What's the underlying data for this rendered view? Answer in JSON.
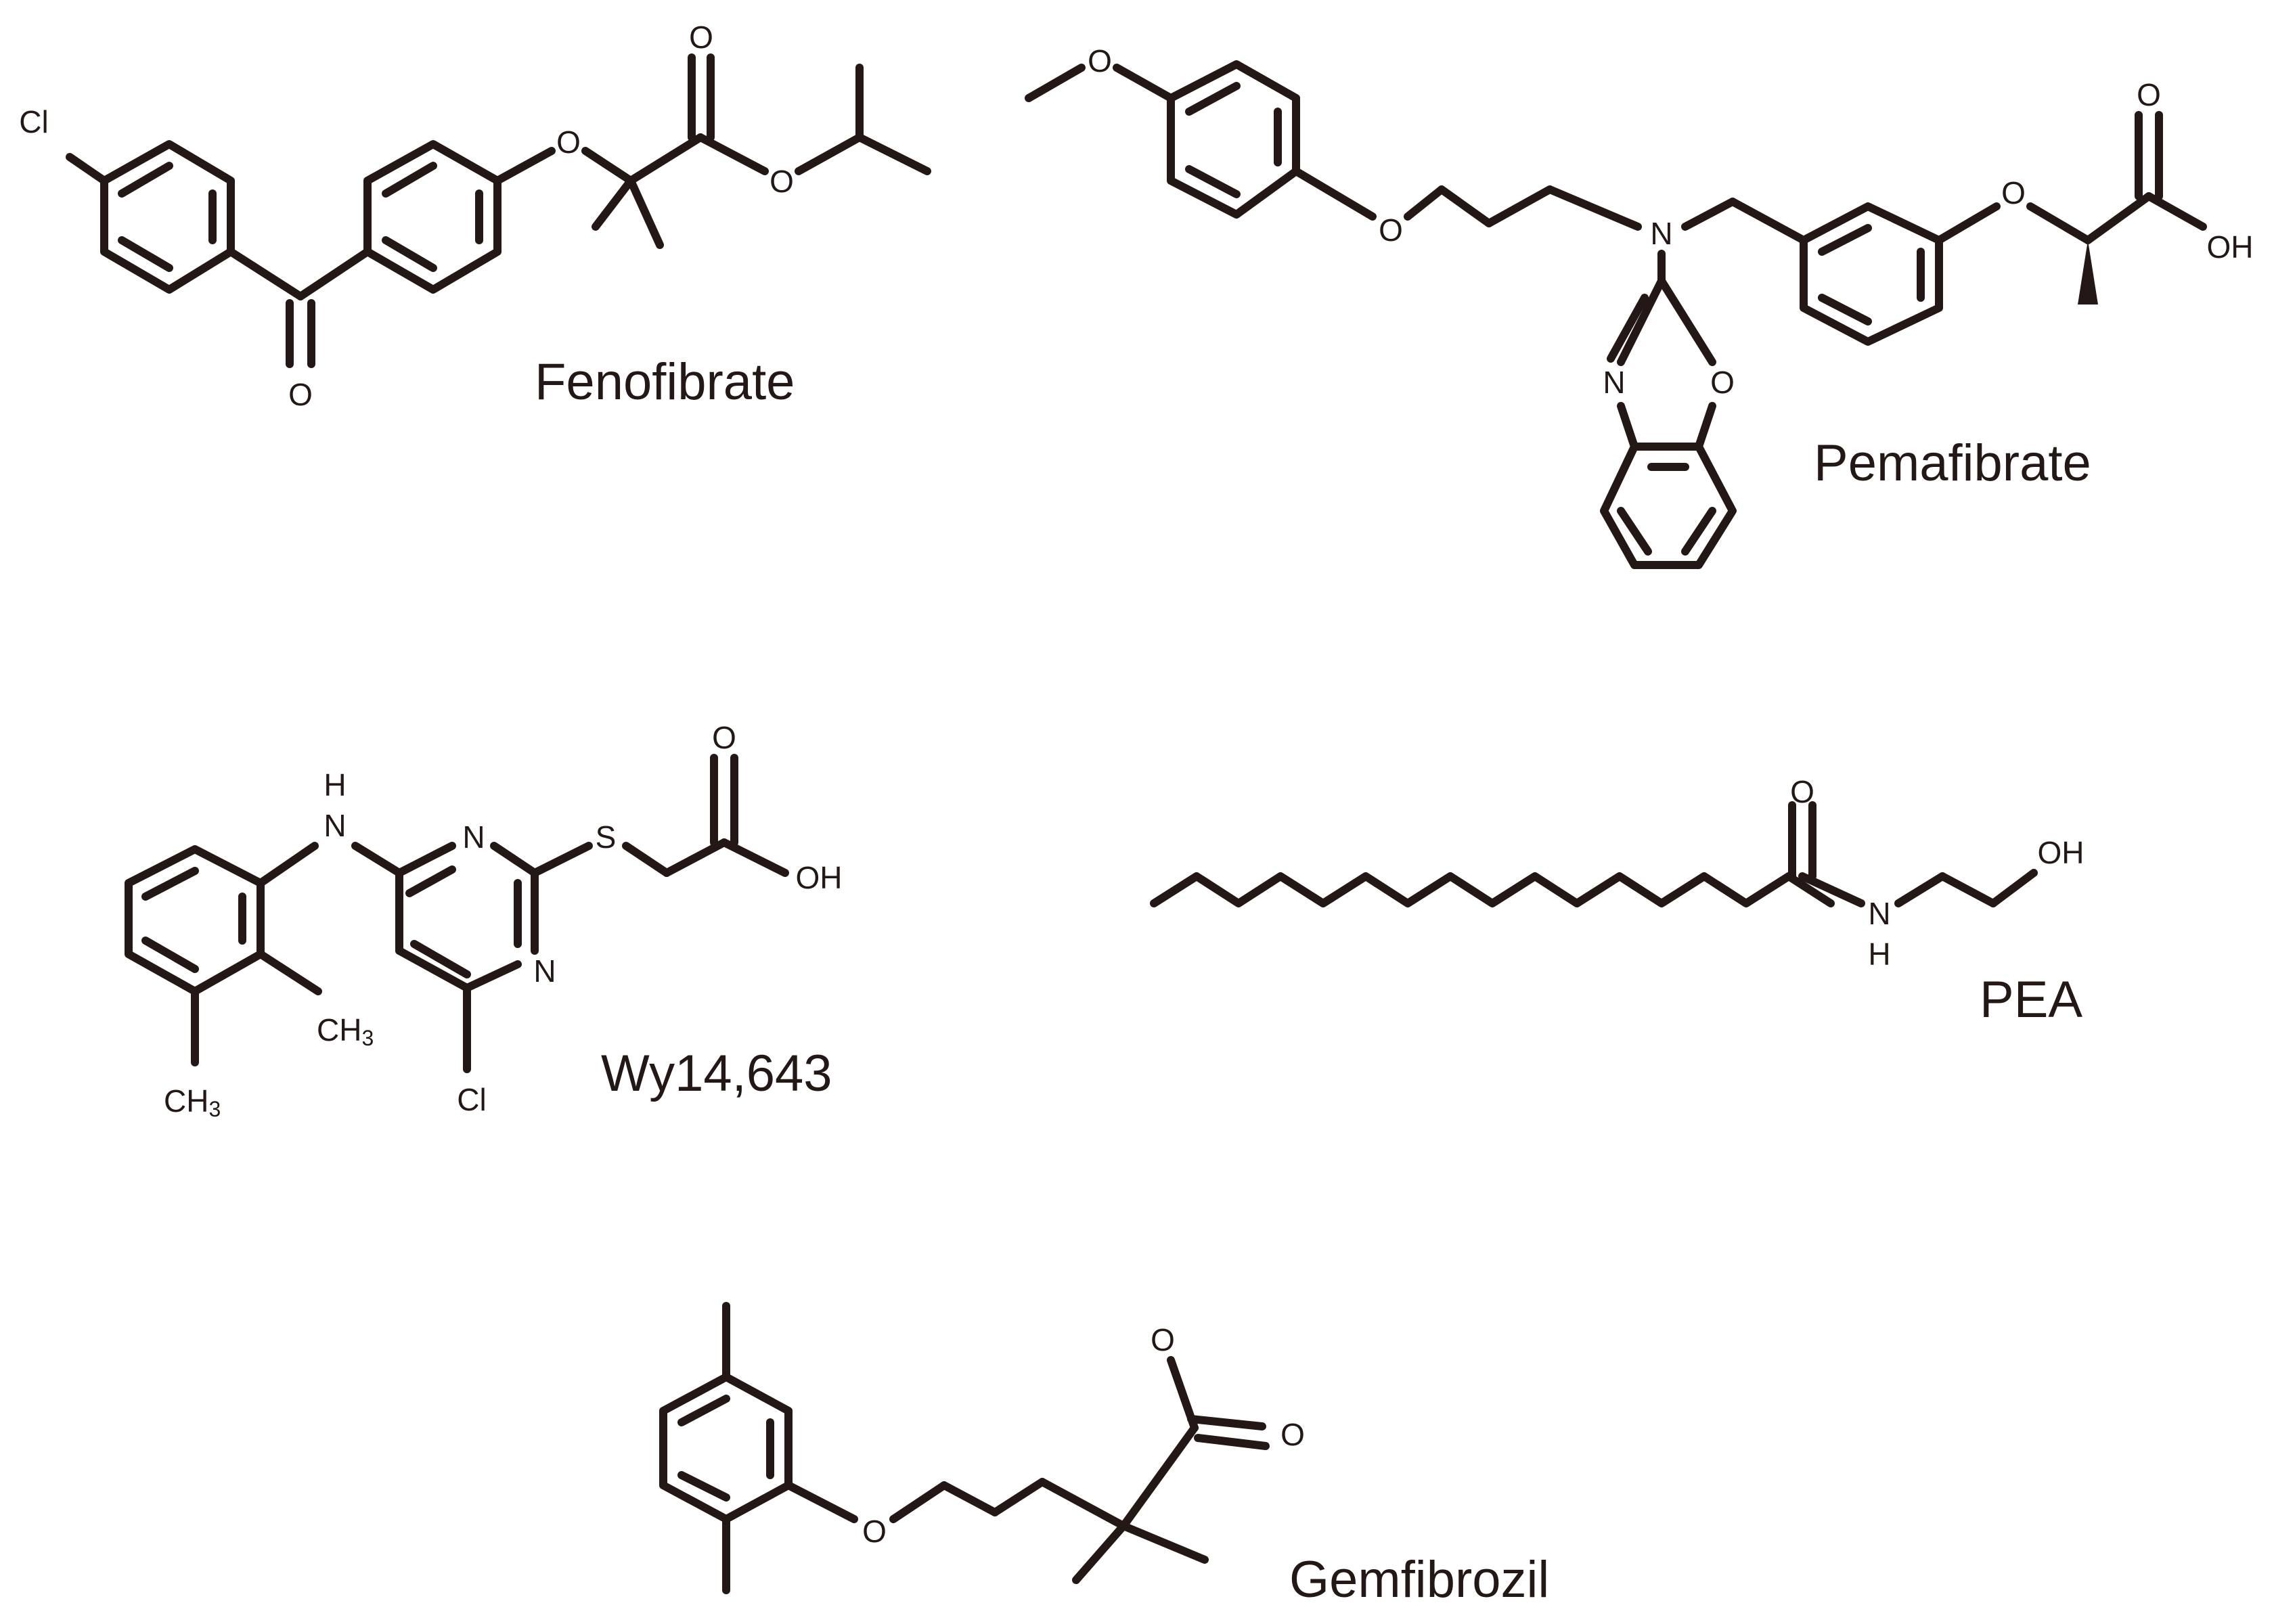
{
  "compounds": {
    "fenofibrate": {
      "name": "Fenofibrate",
      "atoms": {
        "cl": "Cl",
        "o_ketone": "O",
        "o_ether": "O",
        "o_carbonyl": "O",
        "o_ester": "O"
      }
    },
    "pemafibrate": {
      "name": "Pemafibrate",
      "atoms": {
        "o_methoxy": "O",
        "o_ether": "O",
        "n_amine": "N",
        "n_oxazole": "N",
        "o_oxazole": "O",
        "o_ether2": "O",
        "o_carbonyl": "O",
        "oh": "OH"
      }
    },
    "wy14643": {
      "name": "Wy14,643",
      "atoms": {
        "h": "H",
        "n_amine": "N",
        "n_ring1": "N",
        "n_ring2": "N",
        "s": "S",
        "o_carbonyl": "O",
        "oh": "OH",
        "ch3_a": "CH",
        "ch3_a_sub": "3",
        "ch3_b": "CH",
        "ch3_b_sub": "3",
        "cl": "Cl"
      }
    },
    "pea": {
      "name": "PEA",
      "atoms": {
        "o_carbonyl": "O",
        "n": "N",
        "h": "H",
        "oh": "OH"
      }
    },
    "gemfibrozil": {
      "name": "Gemfibrozil",
      "atoms": {
        "o_ether": "O",
        "o_acid1": "O",
        "o_acid2": "O"
      }
    }
  }
}
